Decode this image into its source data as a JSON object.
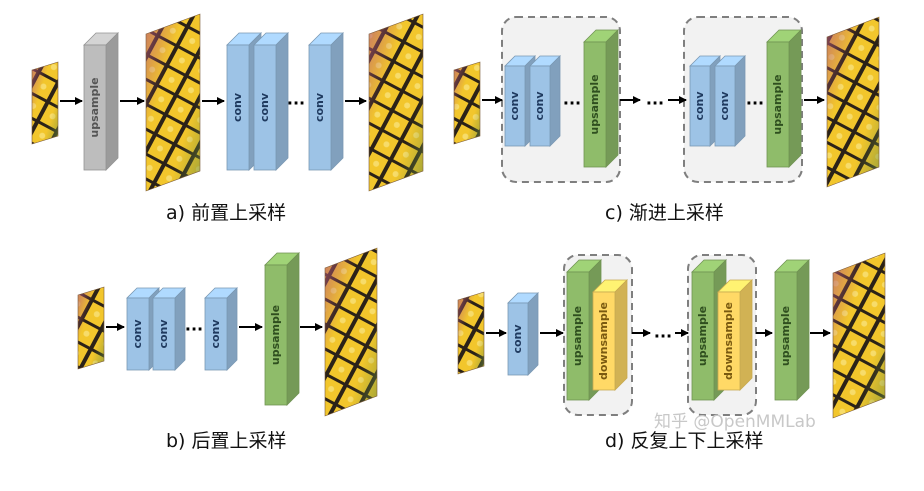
{
  "labels": {
    "upsample": "upsample",
    "conv": "conv",
    "downsample": "downsample",
    "dots": "···"
  },
  "captions": {
    "a": "a) 前置上采样",
    "b": "b) 后置上采样",
    "c": "c) 渐进上采样",
    "d": "d) 反复上下上采样"
  },
  "watermark": "知乎 @OpenMMLab",
  "colors": {
    "upsample_gray": "#bdbdbd",
    "conv_blue": "#9dc3e6",
    "upsample_green": "#8fbc6a",
    "downsample_yellow": "#ffd966",
    "group_box_fill": "#f2f2f2",
    "group_box_stroke": "#7f7f7f",
    "arrow": "#000000"
  },
  "panels": [
    {
      "id": "a",
      "sequence": [
        "image-small",
        "upsample",
        "image-large",
        "conv",
        "conv",
        "dots",
        "conv",
        "image-large"
      ]
    },
    {
      "id": "b",
      "sequence": [
        "image-small",
        "conv",
        "conv",
        "dots",
        "conv",
        "upsample",
        "image-large"
      ]
    },
    {
      "id": "c",
      "sequence": [
        "image-small",
        "[conv conv dots upsample]",
        "dots",
        "[conv conv dots upsample]",
        "image-large"
      ]
    },
    {
      "id": "d",
      "sequence": [
        "image-small",
        "conv",
        "[upsample downsample]",
        "dots",
        "[upsample downsample]",
        "upsample",
        "image-large"
      ]
    }
  ]
}
